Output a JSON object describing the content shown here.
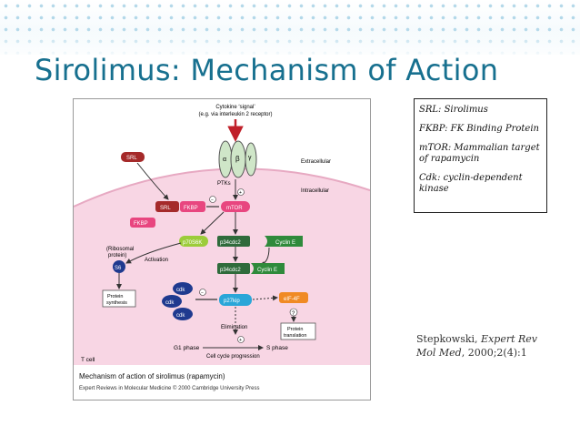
{
  "slide": {
    "title": "Sirolimus: Mechanism of Action"
  },
  "legend": {
    "items": [
      "SRL: Sirolimus",
      "FKBP: FK Binding Protein",
      "mTOR: Mammalian target of rapamycin",
      "Cdk: cyclin-dependent kinase"
    ]
  },
  "citation": {
    "author": "Stepkowski, ",
    "journal": "Expert Rev Mol Med",
    "details": ", 2000;2(4):1"
  },
  "figure": {
    "caption": "Mechanism of action of sirolimus (rapamycin)",
    "credit": "Expert Reviews in Molecular Medicine © 2000 Cambridge University Press",
    "labels": {
      "signal1": "Cytokine ‘signal’",
      "signal2": "(e.g. via interleukin 2 receptor)",
      "extracellular": "Extracellular",
      "intracellular": "Intracellular",
      "ptks": "PTKs",
      "srl": "SRL",
      "fkbp": "FKBP",
      "mtor": "mTOR",
      "p70": "p70S6K",
      "p34a": "p34cdc2",
      "p34b": "p34cdc2",
      "cycline": "Cyclin E",
      "ribo": "(Ribosomal protein)",
      "s6": "S6",
      "activation": "Activation",
      "protsyn": "Protein synthesis",
      "cdk": "cdk",
      "p27": "p27kip",
      "eif": "eIF-4F",
      "elimination": "Elimination",
      "prottrans": "Protein translation",
      "g1": "G1 phase",
      "sphase": "S phase",
      "progression": "Cell cycle progression",
      "tcell": "T cell",
      "alpha": "α",
      "beta": "β",
      "gamma": "γ",
      "plus": "+",
      "minus": "−",
      "question": "?"
    }
  },
  "colors": {
    "title": "#17708f",
    "cell": "#f8d6e4",
    "srl": "#a52a2a",
    "fkbp": "#e8467f",
    "mtor": "#e8467f",
    "p70": "#9ccc3a",
    "p34": "#2f6b3b",
    "cycline": "#2f8a3b",
    "cdk": "#1f3a8f",
    "p27": "#2aa6d8",
    "eif": "#f08a24",
    "receptor": "#cfe6c8",
    "s6": "#1f3a8f"
  }
}
